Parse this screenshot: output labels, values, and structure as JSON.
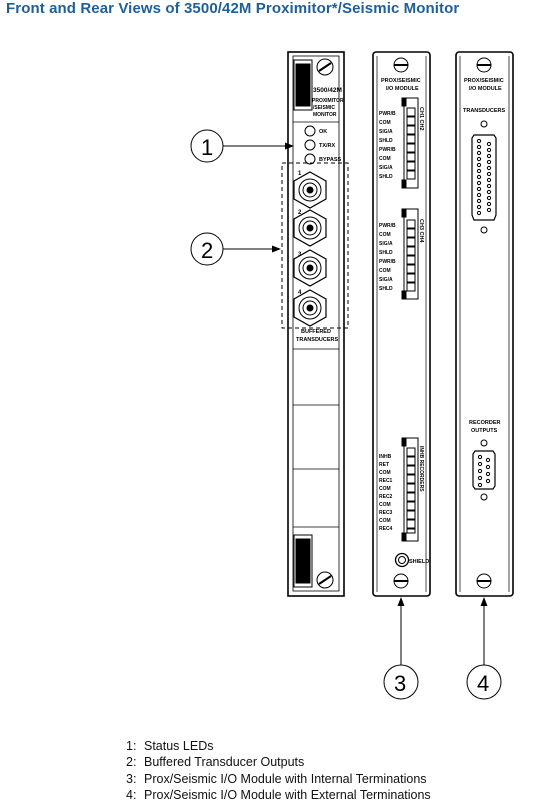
{
  "title": "Front and Rear Views of 3500/42M Proximitor*/Seismic Monitor",
  "monitor": {
    "model": "3500/42M",
    "name_line1": "PROXIMITOR",
    "name_line2": "/SEISMIC",
    "name_line3": "MONITOR",
    "leds": [
      "OK",
      "TX/RX",
      "BYPASS"
    ],
    "channels": [
      "1",
      "2",
      "3",
      "4"
    ],
    "buffered_line1": "BUFFERED",
    "buffered_line2": "TRANSDUCERS"
  },
  "io_internal": {
    "header_line1": "PROX/SEISMIC",
    "header_line2": "I/O MODULE",
    "block1_pins": [
      "PWR/B",
      "COM",
      "SIG/A",
      "SHLD",
      "PWR/B",
      "COM",
      "SIG/A",
      "SHLD"
    ],
    "block1_side": "CH1 CH2",
    "block2_pins": [
      "PWR/B",
      "COM",
      "SIG/A",
      "SHLD",
      "PWR/B",
      "COM",
      "SIG/A",
      "SHLD"
    ],
    "block2_side": "CH3 CH4",
    "block3_pins": [
      "INHB",
      "RET",
      "COM",
      "REC1",
      "COM",
      "REC2",
      "COM",
      "REC3",
      "COM",
      "REC4"
    ],
    "block3_side": "INHB RECORDERS",
    "shield": "SHIELD"
  },
  "io_external": {
    "header_line1": "PROX/SEISMIC",
    "header_line2": "I/O MODULE",
    "transducers": "TRANSDUCERS",
    "recorder_line1": "RECORDER",
    "recorder_line2": "OUTPUTS"
  },
  "callouts": [
    "1",
    "2",
    "3",
    "4"
  ],
  "legend": [
    {
      "num": "1:",
      "text": "Status LEDs"
    },
    {
      "num": "2:",
      "text": "Buffered Transducer Outputs"
    },
    {
      "num": "3:",
      "text": "Prox/Seismic I/O Module with Internal Terminations"
    },
    {
      "num": "4:",
      "text": "Prox/Seismic I/O Module with External Terminations"
    }
  ]
}
